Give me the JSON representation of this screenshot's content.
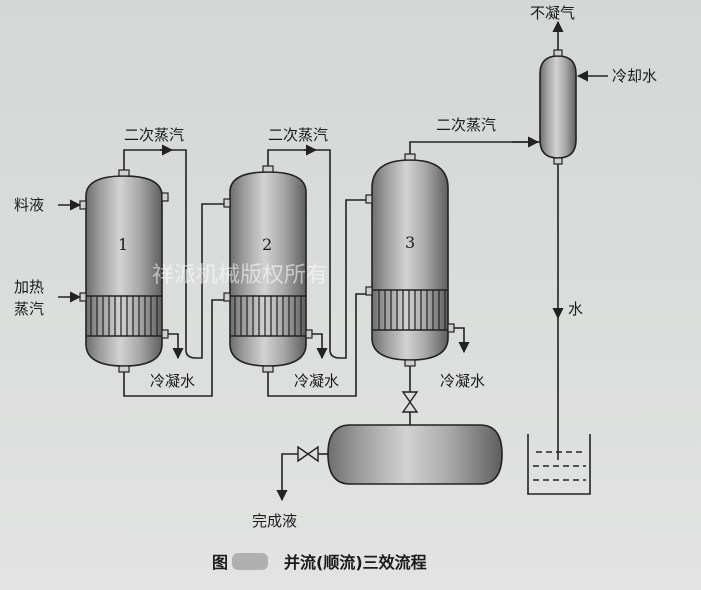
{
  "labels": {
    "vapor1": "二次蒸汽",
    "vapor2": "二次蒸汽",
    "vapor3": "二次蒸汽",
    "noncondensable": "不凝气",
    "cooling_water": "冷却水",
    "feed": "料液",
    "heating_steam_1": "加热",
    "heating_steam_2": "蒸汽",
    "water": "水",
    "condensate1": "冷凝水",
    "condensate2": "冷凝水",
    "condensate3": "冷凝水",
    "product": "完成液",
    "effect1": "1",
    "effect2": "2",
    "effect3": "3"
  },
  "caption": {
    "prefix": "图",
    "title": "并流(顺流)三效流程"
  },
  "watermark": "祥派机械版权所有"
}
